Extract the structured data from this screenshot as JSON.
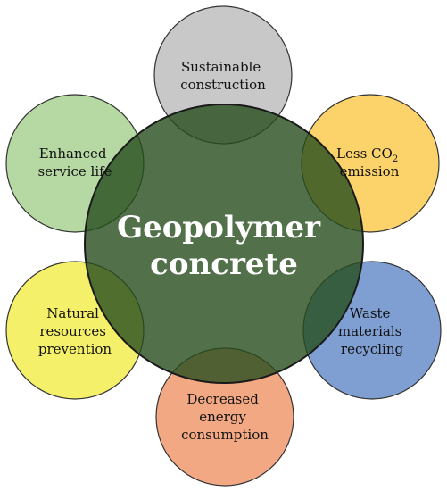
{
  "center": {
    "line1": "Geopolymer",
    "line2": "concrete",
    "fill": "#274d1e"
  },
  "benefits": [
    {
      "id": "sustainable",
      "line1": "Sustainable",
      "line2": "construction",
      "line3": "",
      "fill": "#c8c8c8"
    },
    {
      "id": "co2",
      "line1": "Less CO",
      "sub": "2",
      "line2": "emission",
      "line3": "",
      "fill": "#fbd36a"
    },
    {
      "id": "waste",
      "line1": "Waste",
      "line2": "materials",
      "line3": "recycling",
      "fill": "#7f9fd3"
    },
    {
      "id": "energy",
      "line1": "Decreased",
      "line2": "energy",
      "line3": "consumption",
      "fill": "#f2a883"
    },
    {
      "id": "natural",
      "line1": "Natural",
      "line2": "resources",
      "line3": "prevention",
      "fill": "#f4f06a"
    },
    {
      "id": "service",
      "line1": "Enhanced",
      "line2": "service life",
      "line3": "",
      "fill": "#b6d8a3"
    }
  ]
}
